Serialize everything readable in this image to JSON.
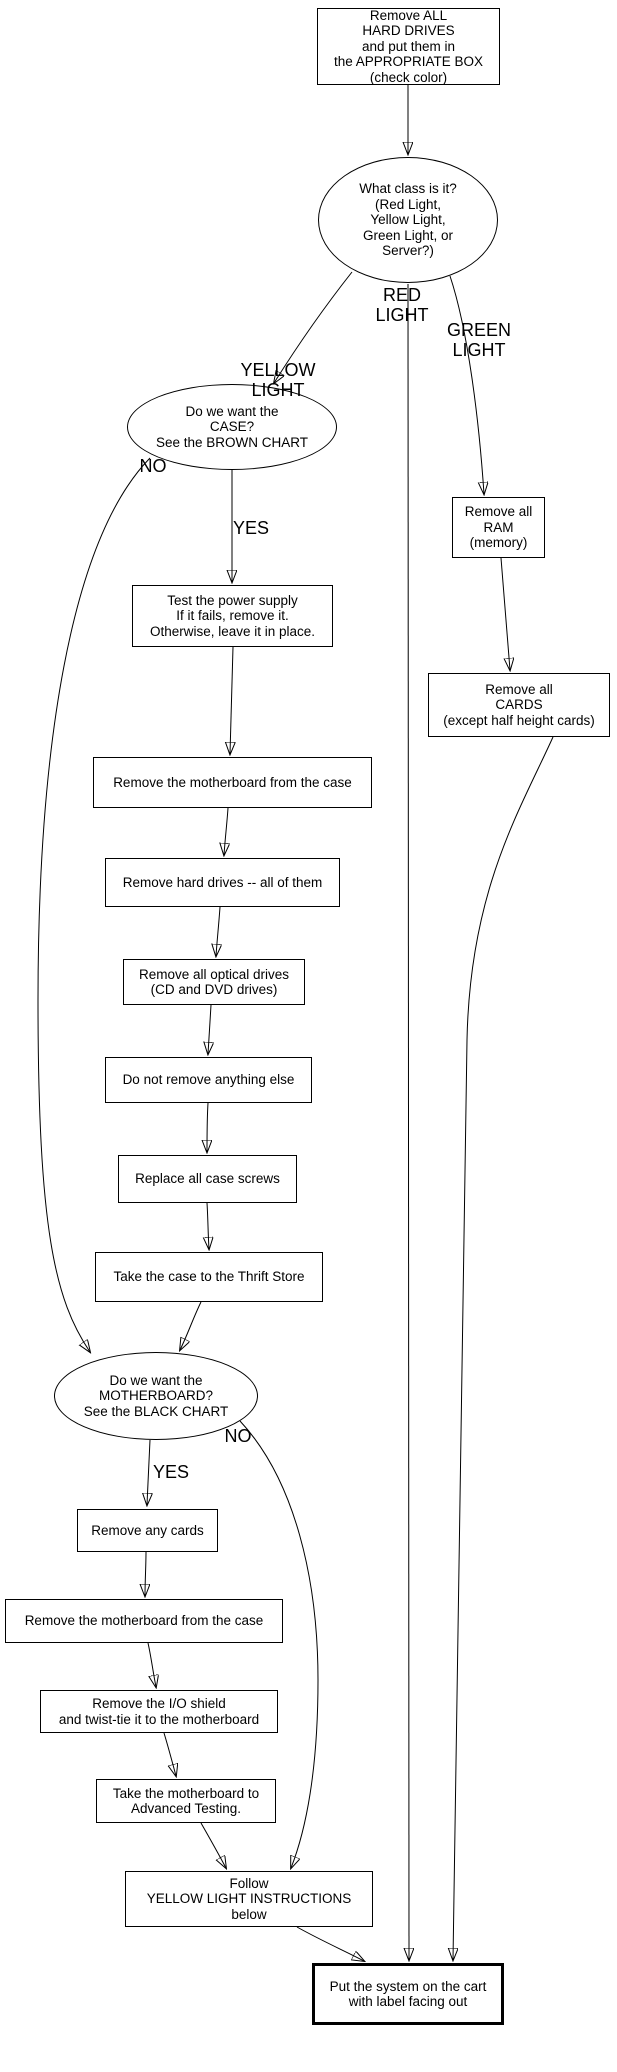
{
  "nodes": {
    "start": {
      "type": "box",
      "lines": [
        "Remove ALL",
        "HARD DRIVES",
        "and put them in",
        "the APPROPRIATE BOX",
        "(check color)"
      ]
    },
    "class_question": {
      "type": "ellipse",
      "lines": [
        "What class is it?",
        "(Red Light,",
        "Yellow Light,",
        "Green Light, or",
        "Server?)"
      ]
    },
    "case_question": {
      "type": "ellipse",
      "lines": [
        "Do we want the",
        "CASE?",
        "See the BROWN CHART"
      ]
    },
    "test_power_supply": {
      "type": "box",
      "lines": [
        "Test the power supply",
        "If it fails, remove it.",
        "Otherwise, leave it in place."
      ]
    },
    "remove_motherboard_from_case": {
      "type": "box",
      "lines": [
        "Remove the motherboard from the case"
      ]
    },
    "remove_hard_drives": {
      "type": "box",
      "lines": [
        "Remove hard drives -- all of them"
      ]
    },
    "remove_optical_drives": {
      "type": "box",
      "lines": [
        "Remove all optical drives",
        "(CD and DVD drives)"
      ]
    },
    "do_not_remove_anything_else": {
      "type": "box",
      "lines": [
        "Do not remove anything else"
      ]
    },
    "replace_case_screws": {
      "type": "box",
      "lines": [
        "Replace all case screws"
      ]
    },
    "thrift_store": {
      "type": "box",
      "lines": [
        "Take the case to the Thrift Store"
      ]
    },
    "motherboard_question": {
      "type": "ellipse",
      "lines": [
        "Do we want the",
        "MOTHERBOARD?",
        "See the BLACK CHART"
      ]
    },
    "remove_any_cards": {
      "type": "box",
      "lines": [
        "Remove any cards"
      ]
    },
    "remove_motherboard_from_case_2": {
      "type": "box",
      "lines": [
        "Remove the motherboard from the case"
      ]
    },
    "io_shield": {
      "type": "box",
      "lines": [
        "Remove the I/O shield",
        "and twist-tie it to the motherboard"
      ]
    },
    "advanced_testing": {
      "type": "box",
      "lines": [
        "Take the motherboard to",
        "Advanced Testing."
      ]
    },
    "follow_yellow_light": {
      "type": "box",
      "lines": [
        "Follow",
        "YELLOW LIGHT INSTRUCTIONS",
        "below"
      ]
    },
    "remove_ram": {
      "type": "box",
      "lines": [
        "Remove all",
        "RAM",
        "(memory)"
      ]
    },
    "remove_cards": {
      "type": "box",
      "lines": [
        "Remove all",
        "CARDS",
        "(except half height cards)"
      ]
    },
    "final": {
      "type": "box",
      "lines": [
        "Put the system on the cart",
        "with label facing out"
      ]
    }
  },
  "edge_labels": {
    "red": {
      "lines": [
        "RED",
        "LIGHT"
      ]
    },
    "green": {
      "lines": [
        "GREEN",
        "LIGHT"
      ]
    },
    "yellow": {
      "lines": [
        "YELLOW",
        "LIGHT"
      ]
    },
    "case_no": "NO",
    "case_yes": "YES",
    "motherboard_no": "NO",
    "motherboard_yes": "YES"
  },
  "colors": {
    "line": "#000000",
    "background": "#ffffff",
    "text": "#000000"
  }
}
